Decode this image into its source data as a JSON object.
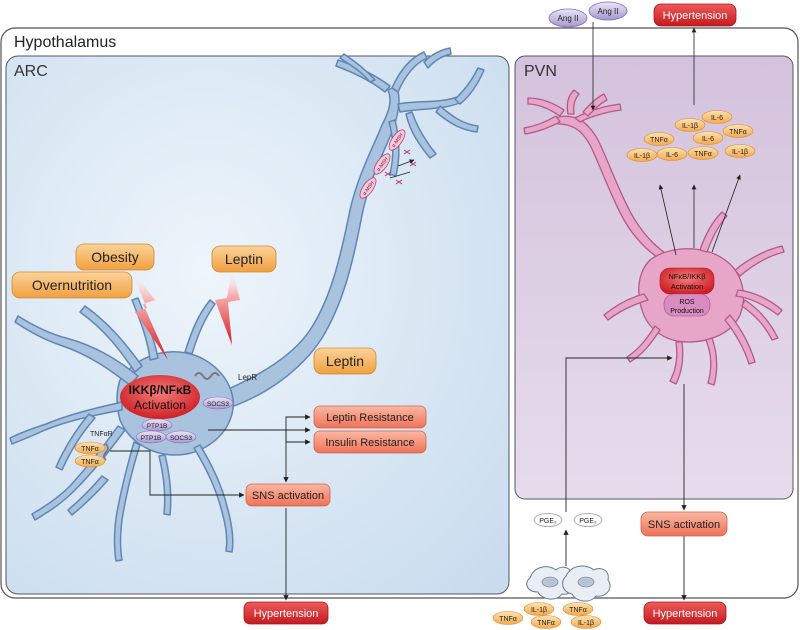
{
  "regions": {
    "hypothalamus": "Hypothalamus",
    "arc": "ARC",
    "pvn": "PVN"
  },
  "stimuli": {
    "obesity": "Obesity",
    "overnutrition": "Overnutrition",
    "leptin_top": "Leptin",
    "leptin_mid": "Leptin"
  },
  "arc_neuron": {
    "activation_line1": "IKKβ/NFκB",
    "activation_line2": "Activation",
    "lepr": "LepR",
    "socs3_a": "SOCS3",
    "socs3_b": "SOCS3",
    "ptp1b_a": "PTP1B",
    "ptp1b_b": "PTP1B",
    "tnfar": "TNFαR",
    "tnfa_1": "TNFα",
    "tnfa_2": "TNFα",
    "msh_labels": [
      "α-MSH",
      "α-MSH",
      "α-MSH"
    ]
  },
  "outcomes": {
    "leptin_resistance": "Leptin Resistance",
    "insulin_resistance": "Insulin Resistance",
    "sns_arc": "SNS activation",
    "hypertension_arc": "Hypertension",
    "sns_pvn": "SNS activation",
    "hypertension_pvn": "Hypertension",
    "hypertension_top": "Hypertension"
  },
  "pvn_neuron": {
    "nfkb_line1": "NFκB/IKKβ",
    "nfkb_line2": "Activation",
    "ros_line1": "ROS",
    "ros_line2": "Production",
    "ang_1": "Ang II",
    "ang_2": "Ang II",
    "cytokines": {
      "il6_top": "IL-6",
      "il1b_a": "IL-1β",
      "tnfa_a": "TNFα",
      "il6_b": "IL-6",
      "tnfa_b": "TNFα",
      "il1b_b": "IL-1β",
      "il6_c": "IL-6",
      "tnfa_c": "TNFα",
      "il1b_c": "IL-1β"
    }
  },
  "periphery": {
    "pge2_a": "PGE₂",
    "pge2_b": "PGE₂",
    "tnfa_1": "TNFα",
    "il1b_1": "IL-1β",
    "tnfa_2": "TNFα",
    "tnfa_3": "TNFα",
    "il1b_2": "IL-1β"
  },
  "colors": {
    "neuron_arc": "#a9c3de",
    "neuron_arc_edge": "#5f86b5",
    "neuron_pvn": "#e7a6c8",
    "neuron_pvn_edge": "#b25a8a",
    "orange_box": "#f6b35b",
    "red_box": "#d9262b",
    "salmon_box": "#f2846a",
    "arc_bg": "#dce9f5",
    "pvn_bg": "#ddd0e4"
  }
}
